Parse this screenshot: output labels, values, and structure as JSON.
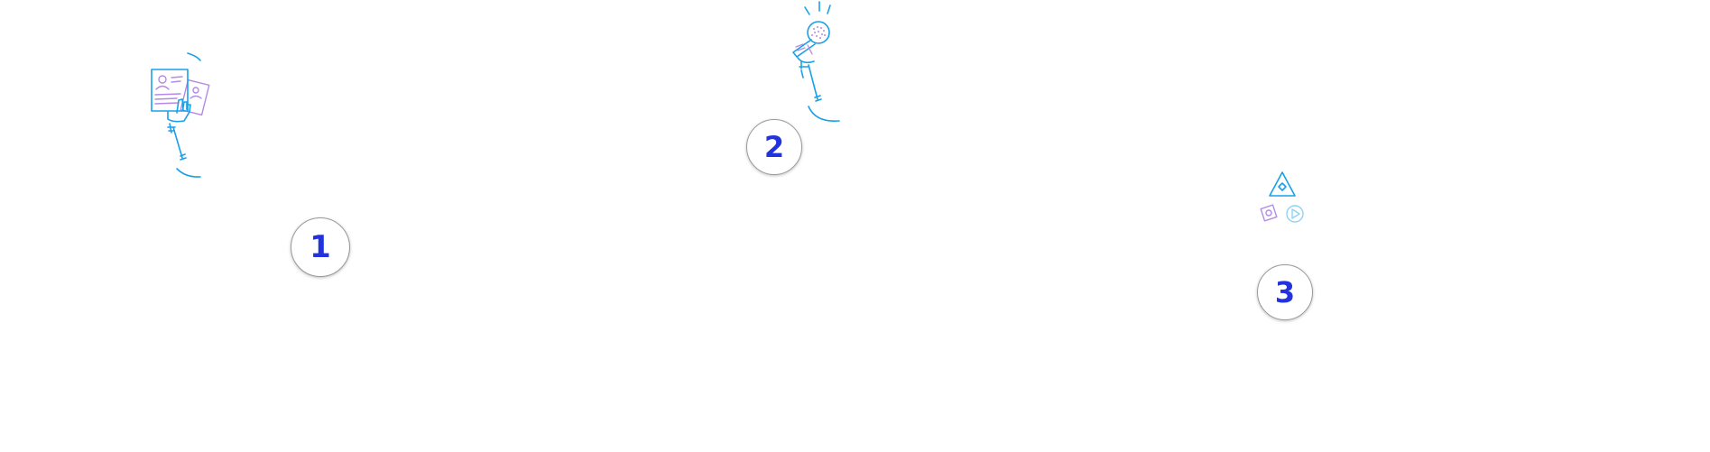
{
  "steps": [
    {
      "label": "1",
      "icon": "resume-document-icon"
    },
    {
      "label": "2",
      "icon": "microphone-icon"
    },
    {
      "label": "3",
      "icon": "shapes-icon"
    }
  ],
  "colors": {
    "line_blue": "#1aa0e8",
    "line_purple": "#b58ae6",
    "number": "#2233dd",
    "circle_border": "#9a9a9a"
  }
}
